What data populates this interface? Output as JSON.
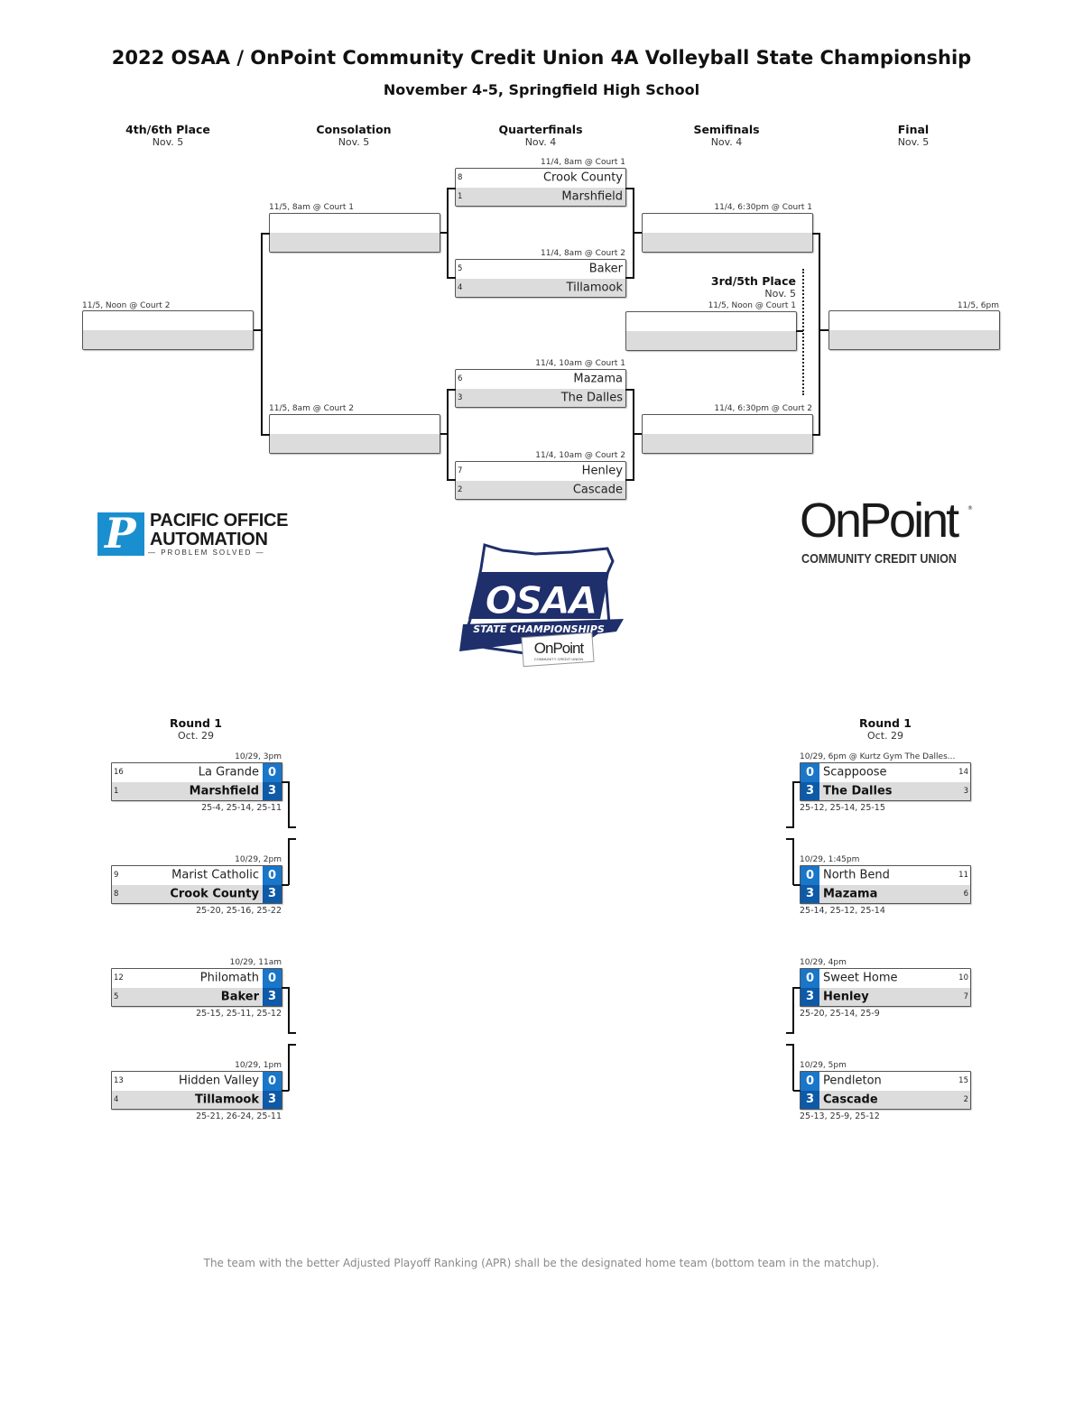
{
  "header": {
    "title": "2022 OSAA / OnPoint Community Credit Union 4A Volleyball State Championship",
    "subtitle": "November 4-5, Springfield High School"
  },
  "columns": [
    {
      "label": "4th/6th Place",
      "date": "Nov. 5"
    },
    {
      "label": "Consolation",
      "date": "Nov. 5"
    },
    {
      "label": "Quarterfinals",
      "date": "Nov. 4"
    },
    {
      "label": "Semifinals",
      "date": "Nov. 4"
    },
    {
      "label": "Final",
      "date": "Nov. 5"
    }
  ],
  "quarterfinals": [
    {
      "caption": "11/4, 8am @ Court 1",
      "top": {
        "seed": "8",
        "team": "Crook County"
      },
      "bottom": {
        "seed": "1",
        "team": "Marshfield"
      }
    },
    {
      "caption": "11/4, 8am @ Court 2",
      "top": {
        "seed": "5",
        "team": "Baker"
      },
      "bottom": {
        "seed": "4",
        "team": "Tillamook"
      }
    },
    {
      "caption": "11/4, 10am @ Court 1",
      "top": {
        "seed": "6",
        "team": "Mazama"
      },
      "bottom": {
        "seed": "3",
        "team": "The Dalles"
      }
    },
    {
      "caption": "11/4, 10am @ Court 2",
      "top": {
        "seed": "7",
        "team": "Henley"
      },
      "bottom": {
        "seed": "2",
        "team": "Cascade"
      }
    }
  ],
  "consolation": [
    {
      "caption": "11/5, 8am @ Court 1"
    },
    {
      "caption": "11/5, 8am @ Court 2"
    }
  ],
  "fourth_sixth": {
    "caption": "11/5, Noon @ Court 2"
  },
  "semifinals": [
    {
      "caption": "11/4, 6:30pm @ Court 1"
    },
    {
      "caption": "11/4, 6:30pm @ Court 2"
    }
  ],
  "third_fifth": {
    "label": "3rd/5th Place",
    "date": "Nov. 5",
    "caption": "11/5, Noon @ Court 1"
  },
  "final": {
    "caption": "11/5, 6pm"
  },
  "sponsors": {
    "pacific_office": {
      "line1": "PACIFIC OFFICE",
      "line2": "AUTOMATION",
      "tagline": "— PROBLEM SOLVED —",
      "glyph": "P"
    },
    "onpoint": {
      "name": "OnPoint",
      "mark": "®",
      "sub": "COMMUNITY CREDIT UNION"
    },
    "osaa": {
      "name": "OSAA",
      "banner": "STATE CHAMPIONSHIPS",
      "sponsor": "OnPoint",
      "sponsor_sub": "COMMUNITY CREDIT UNION"
    }
  },
  "round1_left": {
    "label": "Round 1",
    "date": "Oct. 29",
    "matches": [
      {
        "caption": "10/29, 3pm",
        "top": {
          "seed": "16",
          "team": "La Grande",
          "score": "0"
        },
        "bottom": {
          "seed": "1",
          "team": "Marshfield",
          "score": "3"
        },
        "sets": "25-4, 25-14, 25-11"
      },
      {
        "caption": "10/29, 2pm",
        "top": {
          "seed": "9",
          "team": "Marist Catholic",
          "score": "0"
        },
        "bottom": {
          "seed": "8",
          "team": "Crook County",
          "score": "3"
        },
        "sets": "25-20, 25-16, 25-22"
      },
      {
        "caption": "10/29, 11am",
        "top": {
          "seed": "12",
          "team": "Philomath",
          "score": "0"
        },
        "bottom": {
          "seed": "5",
          "team": "Baker",
          "score": "3"
        },
        "sets": "25-15, 25-11, 25-12"
      },
      {
        "caption": "10/29, 1pm",
        "top": {
          "seed": "13",
          "team": "Hidden Valley",
          "score": "0"
        },
        "bottom": {
          "seed": "4",
          "team": "Tillamook",
          "score": "3"
        },
        "sets": "25-21, 26-24, 25-11"
      }
    ]
  },
  "round1_right": {
    "label": "Round 1",
    "date": "Oct. 29",
    "matches": [
      {
        "caption": "10/29, 6pm @ Kurtz Gym The Dalles...",
        "top": {
          "seed": "14",
          "team": "Scappoose",
          "score": "0"
        },
        "bottom": {
          "seed": "3",
          "team": "The Dalles",
          "score": "3"
        },
        "sets": "25-12, 25-14, 25-15"
      },
      {
        "caption": "10/29, 1:45pm",
        "top": {
          "seed": "11",
          "team": "North Bend",
          "score": "0"
        },
        "bottom": {
          "seed": "6",
          "team": "Mazama",
          "score": "3"
        },
        "sets": "25-14, 25-12, 25-14"
      },
      {
        "caption": "10/29, 4pm",
        "top": {
          "seed": "10",
          "team": "Sweet Home",
          "score": "0"
        },
        "bottom": {
          "seed": "7",
          "team": "Henley",
          "score": "3"
        },
        "sets": "25-20, 25-14, 25-9"
      },
      {
        "caption": "10/29, 5pm",
        "top": {
          "seed": "15",
          "team": "Pendleton",
          "score": "0"
        },
        "bottom": {
          "seed": "2",
          "team": "Cascade",
          "score": "3"
        },
        "sets": "25-13, 25-9, 25-12"
      }
    ]
  },
  "colors": {
    "score_top": "#1976c9",
    "score_bottom": "#0e5aa8",
    "row_shade": "#dcdcdc",
    "poa_blue": "#1a8fd0",
    "osaa_navy": "#1f2f6b"
  },
  "footer": "The team with the better Adjusted Playoff Ranking (APR) shall be the designated home team (bottom team in the matchup)."
}
